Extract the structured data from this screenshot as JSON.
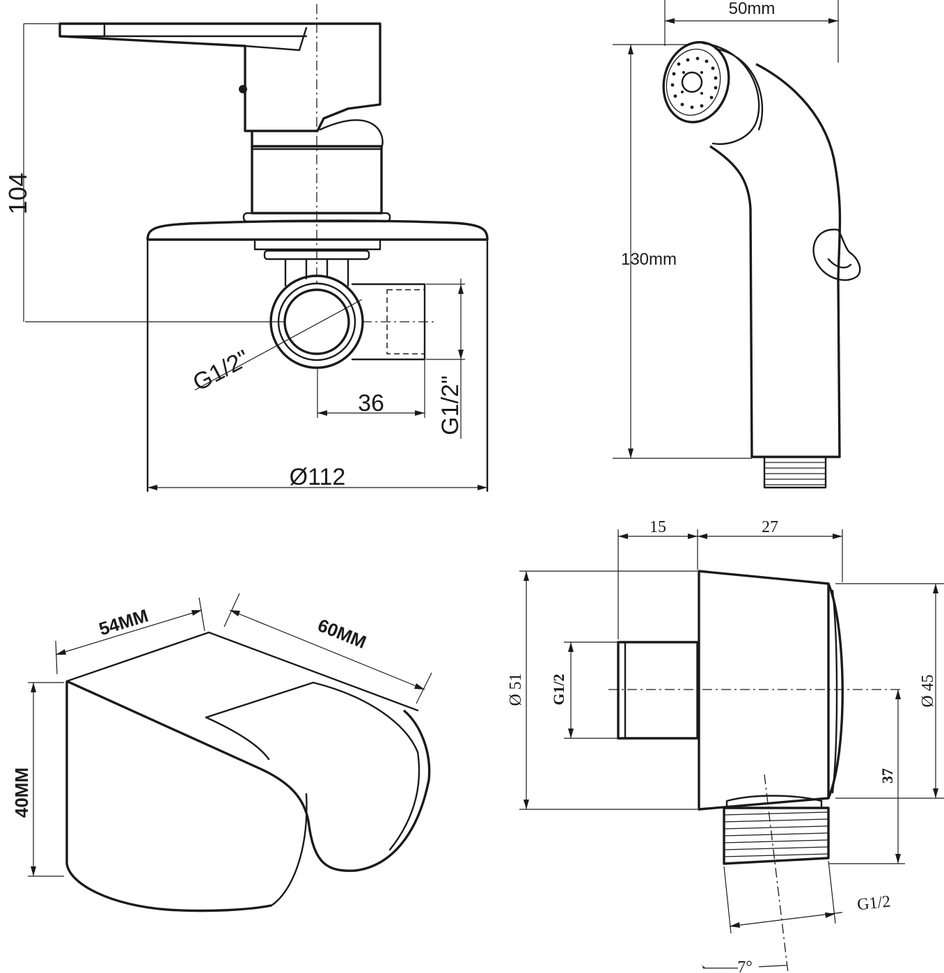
{
  "valve": {
    "height": "104",
    "outlet_thread": "G1/2\"",
    "inlet_thread": "G1/2\"",
    "offset": "36",
    "diameter": "Ø112"
  },
  "sprayer": {
    "width": "50mm",
    "height": "130mm"
  },
  "holder": {
    "width": "54MM",
    "depth": "60MM",
    "height": "40MM"
  },
  "connector": {
    "length_a": "15",
    "length_b": "27",
    "outer_diameter": "Ø 51",
    "inner_thread": "G1/2",
    "front_diameter": "Ø 45",
    "drop": "37",
    "outlet_thread": "G1/2",
    "angle": "7°"
  }
}
